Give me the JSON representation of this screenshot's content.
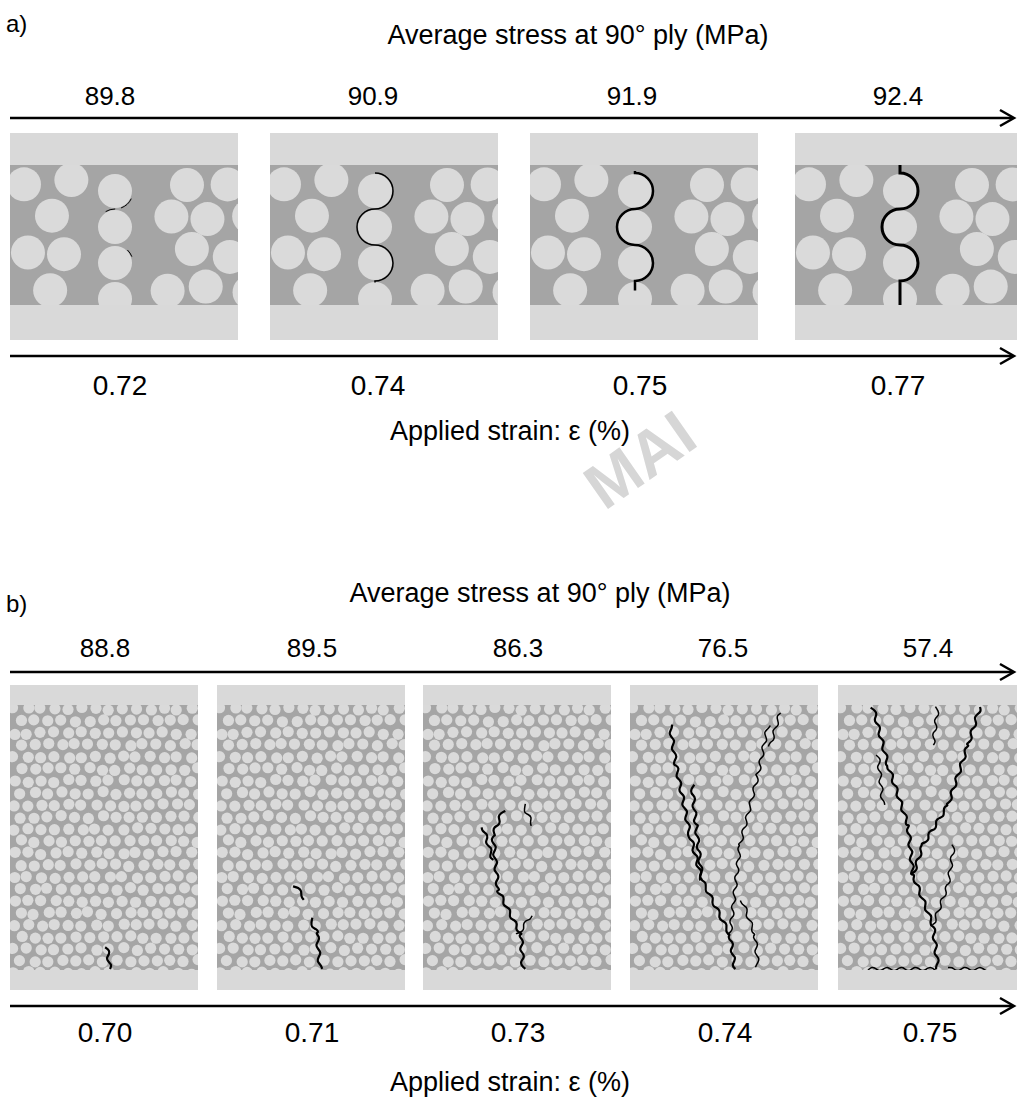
{
  "diagram": {
    "labels": [
      "a)",
      "Average stress at 90° ply (MPa)",
      "89.8",
      "90.9",
      "91.9",
      "92.4",
      "0.72",
      "0.74",
      "0.75",
      "0.77",
      "Applied strain: ε (%)",
      "MAI",
      "b)",
      "Average stress at 90° ply (MPa)",
      "88.8",
      "89.5",
      "86.3",
      "76.5",
      "57.4",
      "0.70",
      "0.71",
      "0.73",
      "0.74",
      "0.75",
      "Applied strain: ε (%)"
    ]
  }
}
